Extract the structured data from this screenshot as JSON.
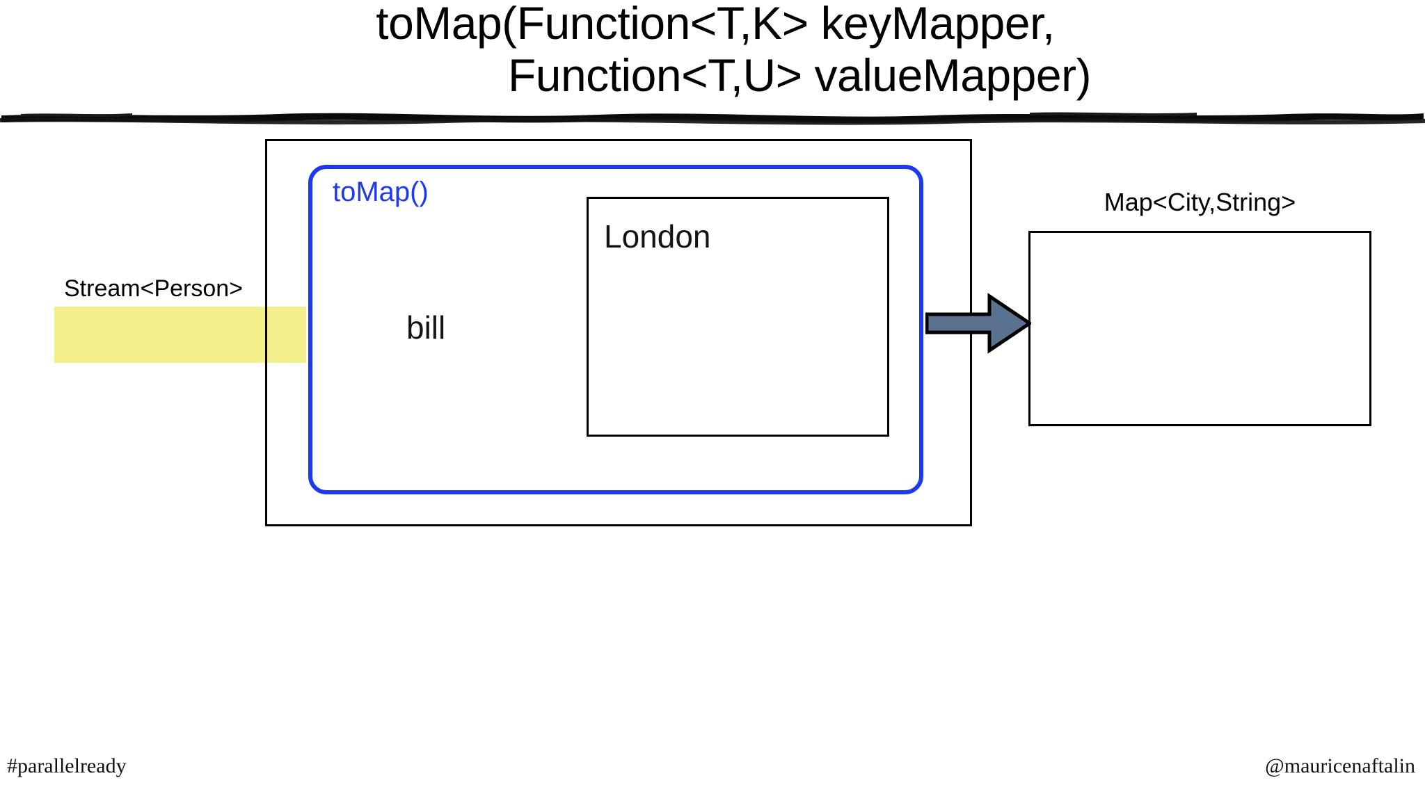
{
  "slide": {
    "title": {
      "line1": "toMap(Function<T,K> keyMapper,",
      "line2": "Function<T,U> valueMapper)"
    },
    "divider": {
      "style": "rough-brush-rule",
      "color": "#000000"
    },
    "diagram": {
      "pipeline_box": {
        "name": "stream-pipeline-box",
        "border_color": "#000000"
      },
      "tomap_box": {
        "label": "toMap()",
        "border_color": "#1E3AF0",
        "label_color": "#1E3AF0"
      },
      "element_label": "bill",
      "inner_box": {
        "label": "London",
        "border_color": "#000000"
      },
      "source": {
        "label": "Stream<Person>",
        "band_color": "#F2EF8C"
      },
      "arrow": {
        "name": "flow-arrow",
        "direction": "right",
        "fill_color": "#5B7190",
        "stroke_color": "#000000"
      },
      "result": {
        "label": "Map<City,String>",
        "border_color": "#000000"
      }
    },
    "footer": {
      "left": "#parallelready",
      "right": "@mauricenaftalin"
    }
  }
}
